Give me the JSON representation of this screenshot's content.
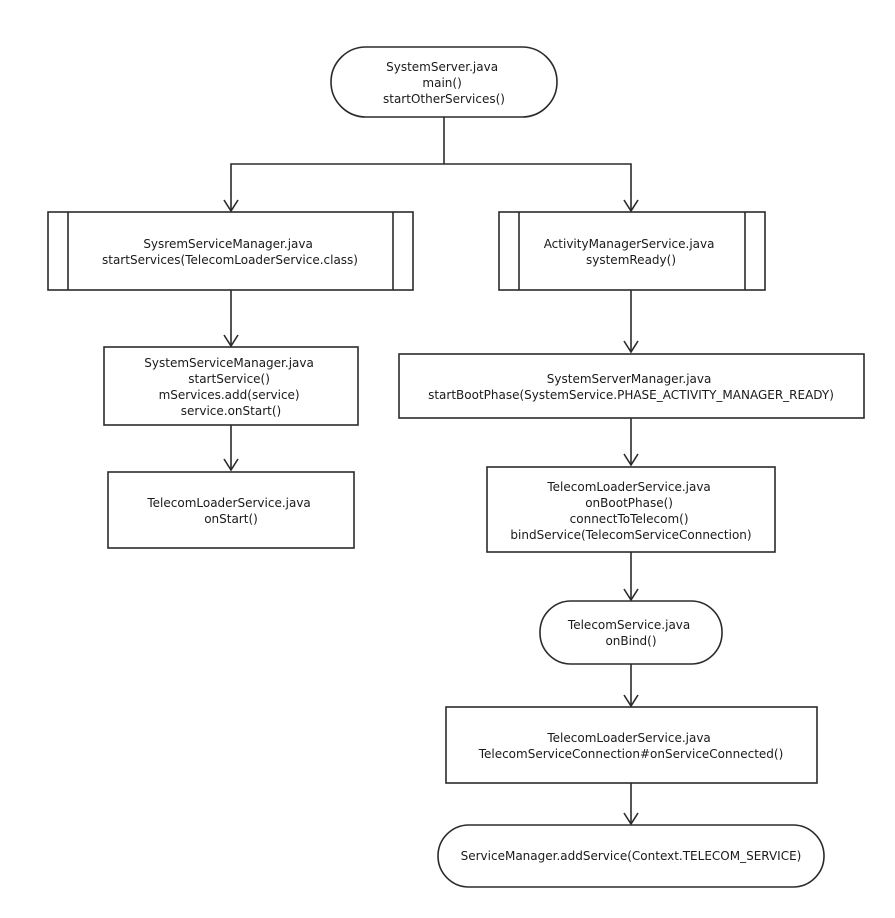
{
  "diagram": {
    "nodes": [
      {
        "id": "system-server",
        "shape": "terminator",
        "lines": [
          "SystemServer.java",
          "main()",
          "startOtherServices()"
        ]
      },
      {
        "id": "sysrem-service-manager",
        "shape": "predefined-process",
        "lines": [
          "SysremServiceManager.java",
          "startServices(TelecomLoaderService.class)"
        ]
      },
      {
        "id": "activity-manager-service",
        "shape": "predefined-process",
        "lines": [
          "ActivityManagerService.java",
          "systemReady()"
        ]
      },
      {
        "id": "system-service-manager",
        "shape": "process",
        "lines": [
          "SystemServiceManager.java",
          "startService()",
          "mServices.add(service)",
          "service.onStart()"
        ]
      },
      {
        "id": "system-server-manager",
        "shape": "process",
        "lines": [
          "SystemServerManager.java",
          "startBootPhase(SystemService.PHASE_ACTIVITY_MANAGER_READY)"
        ]
      },
      {
        "id": "telecom-loader-onstart",
        "shape": "process",
        "lines": [
          "TelecomLoaderService.java",
          "onStart()"
        ]
      },
      {
        "id": "telecom-loader-bootphase",
        "shape": "process",
        "lines": [
          "TelecomLoaderService.java",
          "onBootPhase()",
          "connectToTelecom()",
          "bindService(TelecomServiceConnection)"
        ]
      },
      {
        "id": "telecom-service",
        "shape": "terminator",
        "lines": [
          "TelecomService.java",
          "onBind()"
        ]
      },
      {
        "id": "telecom-loader-connected",
        "shape": "process",
        "lines": [
          "TelecomLoaderService.java",
          "TelecomServiceConnection#onServiceConnected()"
        ]
      },
      {
        "id": "service-manager-add",
        "shape": "terminator",
        "lines": [
          "ServiceManager.addService(Context.TELECOM_SERVICE)"
        ]
      }
    ],
    "edges": [
      {
        "from": "system-server",
        "to": "sysrem-service-manager"
      },
      {
        "from": "system-server",
        "to": "activity-manager-service"
      },
      {
        "from": "sysrem-service-manager",
        "to": "system-service-manager"
      },
      {
        "from": "system-service-manager",
        "to": "telecom-loader-onstart"
      },
      {
        "from": "activity-manager-service",
        "to": "system-server-manager"
      },
      {
        "from": "system-server-manager",
        "to": "telecom-loader-bootphase"
      },
      {
        "from": "telecom-loader-bootphase",
        "to": "telecom-service"
      },
      {
        "from": "telecom-service",
        "to": "telecom-loader-connected"
      },
      {
        "from": "telecom-loader-connected",
        "to": "service-manager-add"
      }
    ]
  }
}
